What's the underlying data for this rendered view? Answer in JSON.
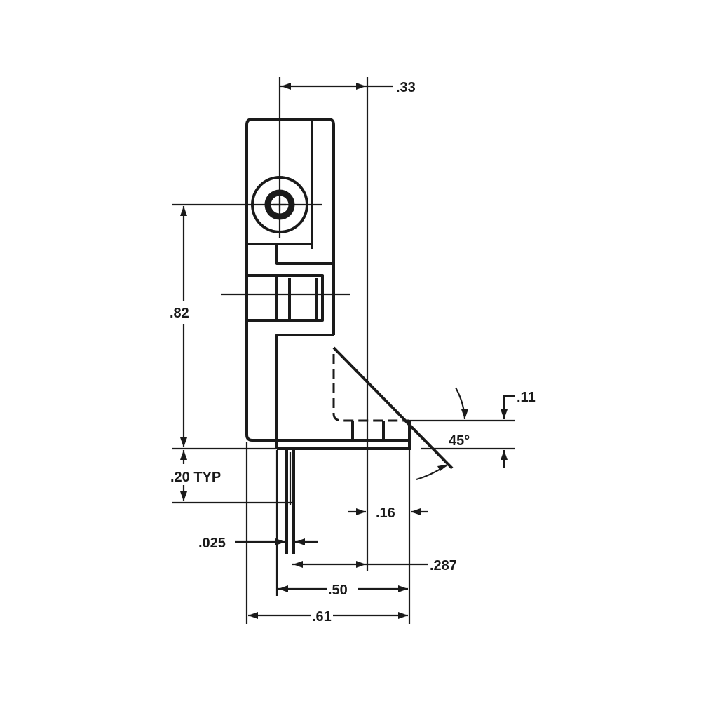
{
  "drawing": {
    "type": "mechanical-part-orthographic-view",
    "line_color": "#1a1a1a",
    "background": "#ffffff"
  },
  "dimensions": {
    "hole_to_face": ".33",
    "hole_height": ".82",
    "bevel_depth": ".11",
    "bevel_angle": "45°",
    "pin_length": ".20 TYP",
    "pin_thickness": ".025",
    "tab_width": ".16",
    "pin_offset": ".287",
    "base_width": ".50",
    "overall_width": ".61"
  }
}
